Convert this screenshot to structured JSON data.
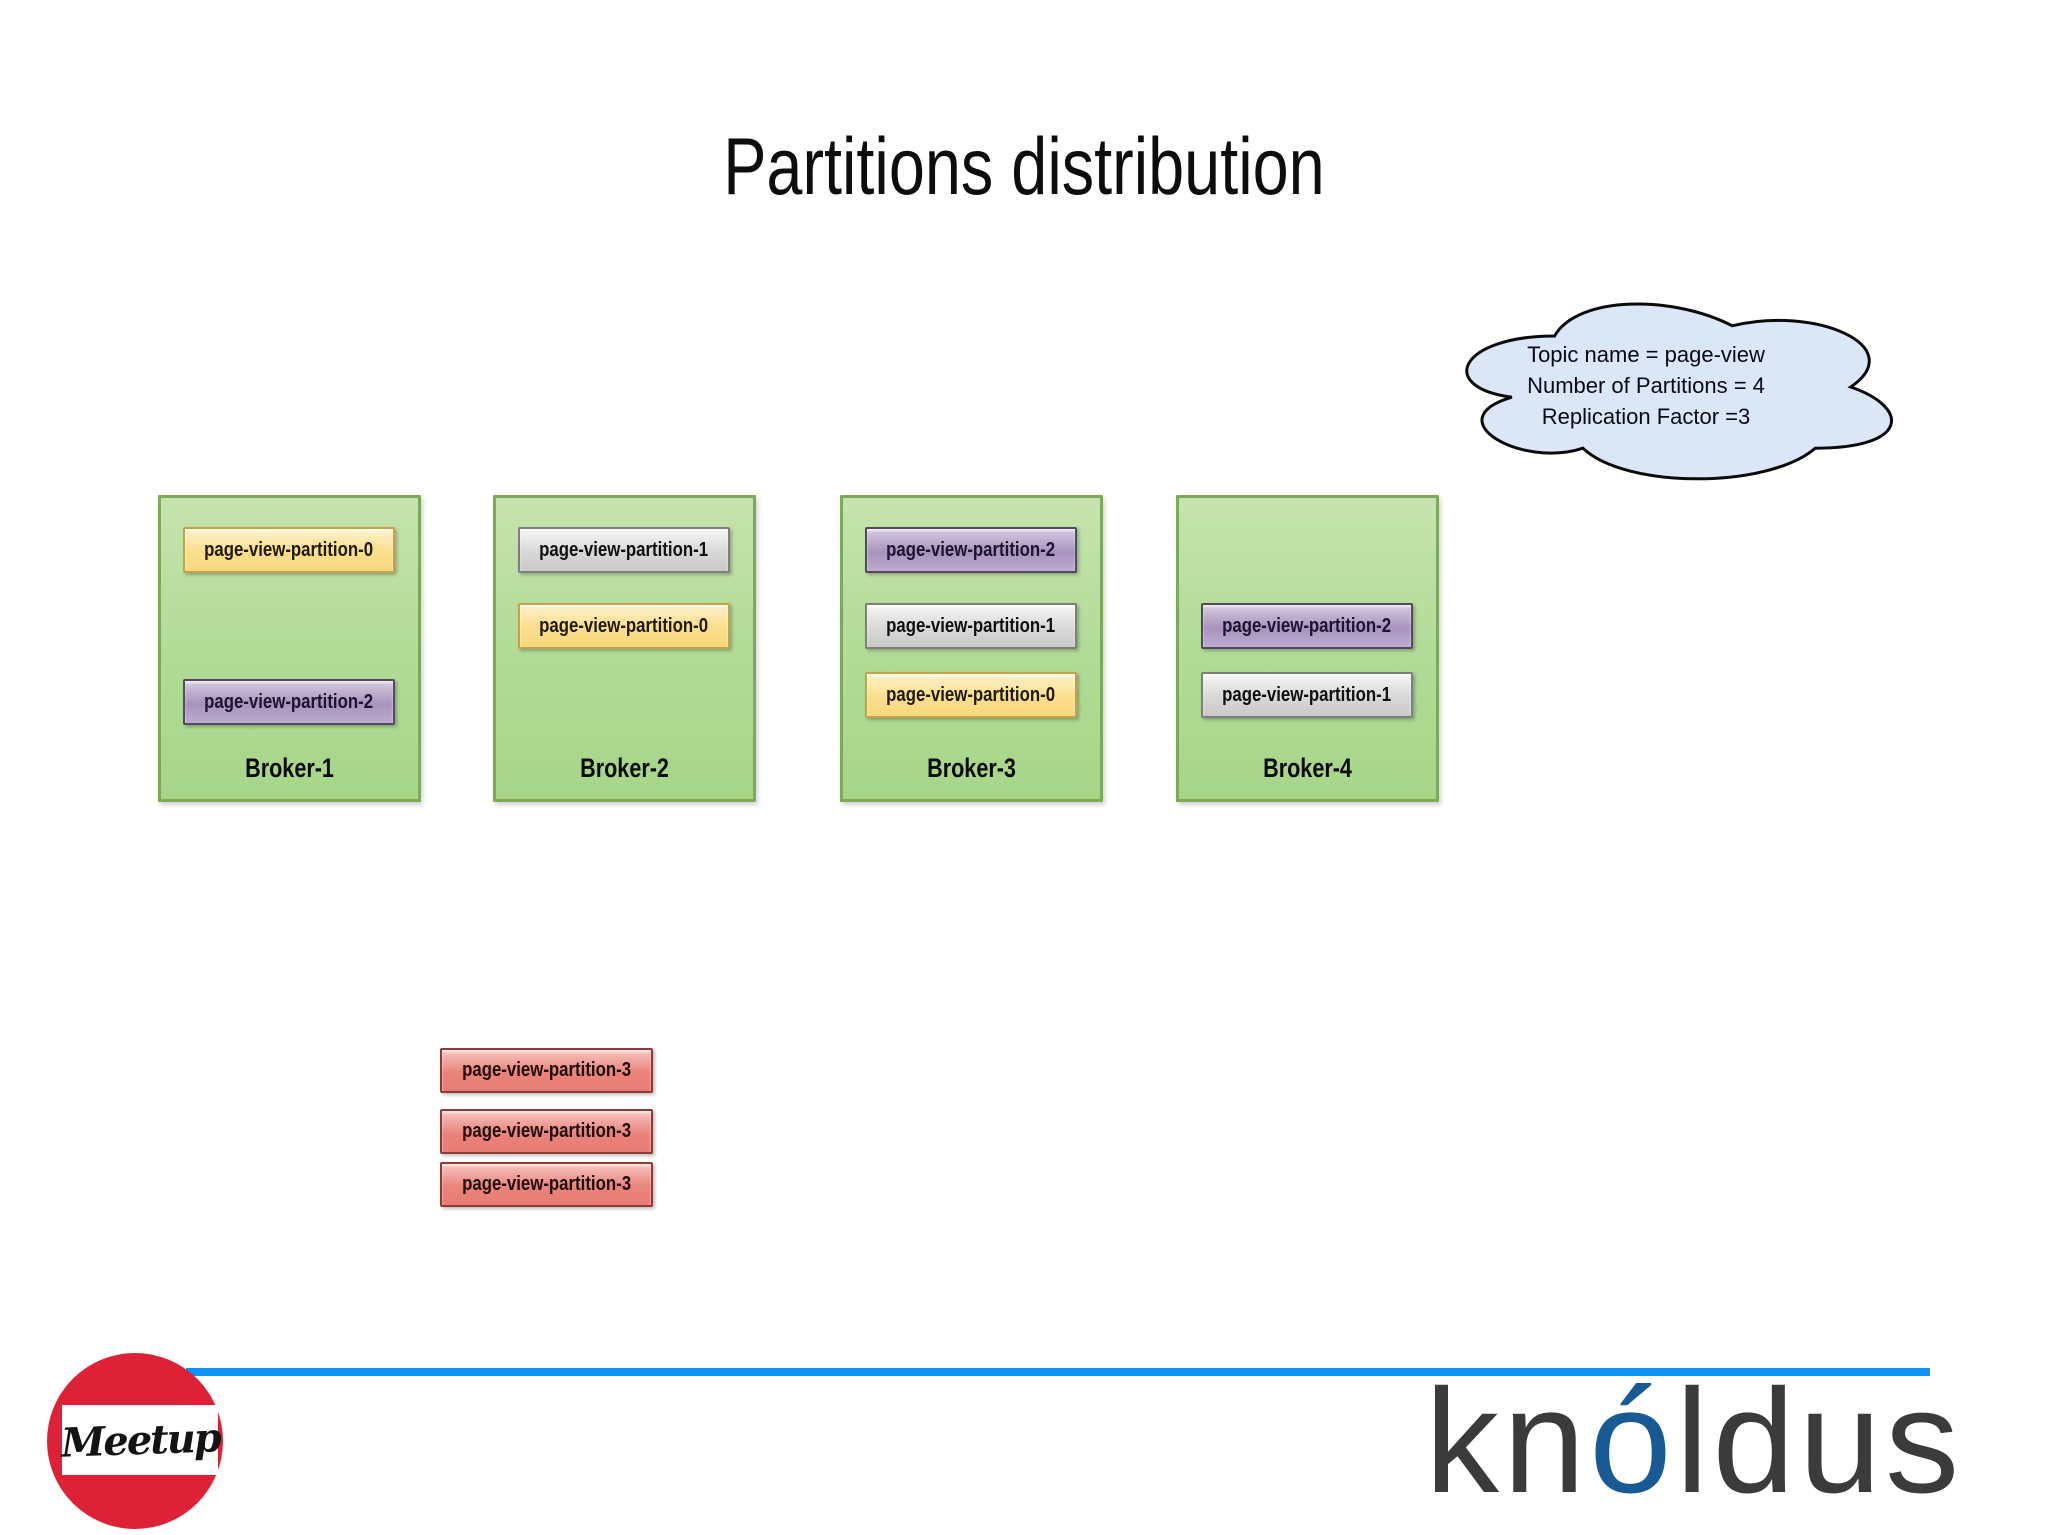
{
  "slide": {
    "title": "Partitions distribution"
  },
  "topic_note": {
    "lines": [
      "Topic name = page-view",
      "Number of Partitions = 4",
      "Replication Factor =3"
    ]
  },
  "brokers": [
    {
      "label": "Broker-1",
      "partitions": [
        {
          "label": "page-view-partition-0"
        },
        {
          "label": "page-view-partition-2"
        }
      ]
    },
    {
      "label": "Broker-2",
      "partitions": [
        {
          "label": "page-view-partition-1"
        },
        {
          "label": "page-view-partition-0"
        }
      ]
    },
    {
      "label": "Broker-3",
      "partitions": [
        {
          "label": "page-view-partition-2"
        },
        {
          "label": "page-view-partition-1"
        },
        {
          "label": "page-view-partition-0"
        }
      ]
    },
    {
      "label": "Broker-4",
      "partitions": [
        {
          "label": "page-view-partition-2"
        },
        {
          "label": "page-view-partition-1"
        }
      ]
    }
  ],
  "unassigned_partitions": [
    {
      "label": "page-view-partition-3"
    },
    {
      "label": "page-view-partition-3"
    },
    {
      "label": "page-view-partition-3"
    }
  ],
  "footer": {
    "meetup_logo_text": "Meetup",
    "brand": {
      "prefix": "kn",
      "accent": "ó",
      "suffix": "ldus"
    }
  },
  "colors": {
    "partition_0_yellow": "#fbdf8e",
    "partition_1_gray": "#d8d8d8",
    "partition_2_purple": "#a892bd",
    "partition_3_red": "#e9837b",
    "broker_green": "#b4dc9a",
    "broker_border_green": "#7ca95a",
    "cloud_blue": "#dbe6f7",
    "divider_blue": "#0e93f4",
    "meetup_red": "#dd2237",
    "knoldus_accent_blue": "#185a94"
  }
}
